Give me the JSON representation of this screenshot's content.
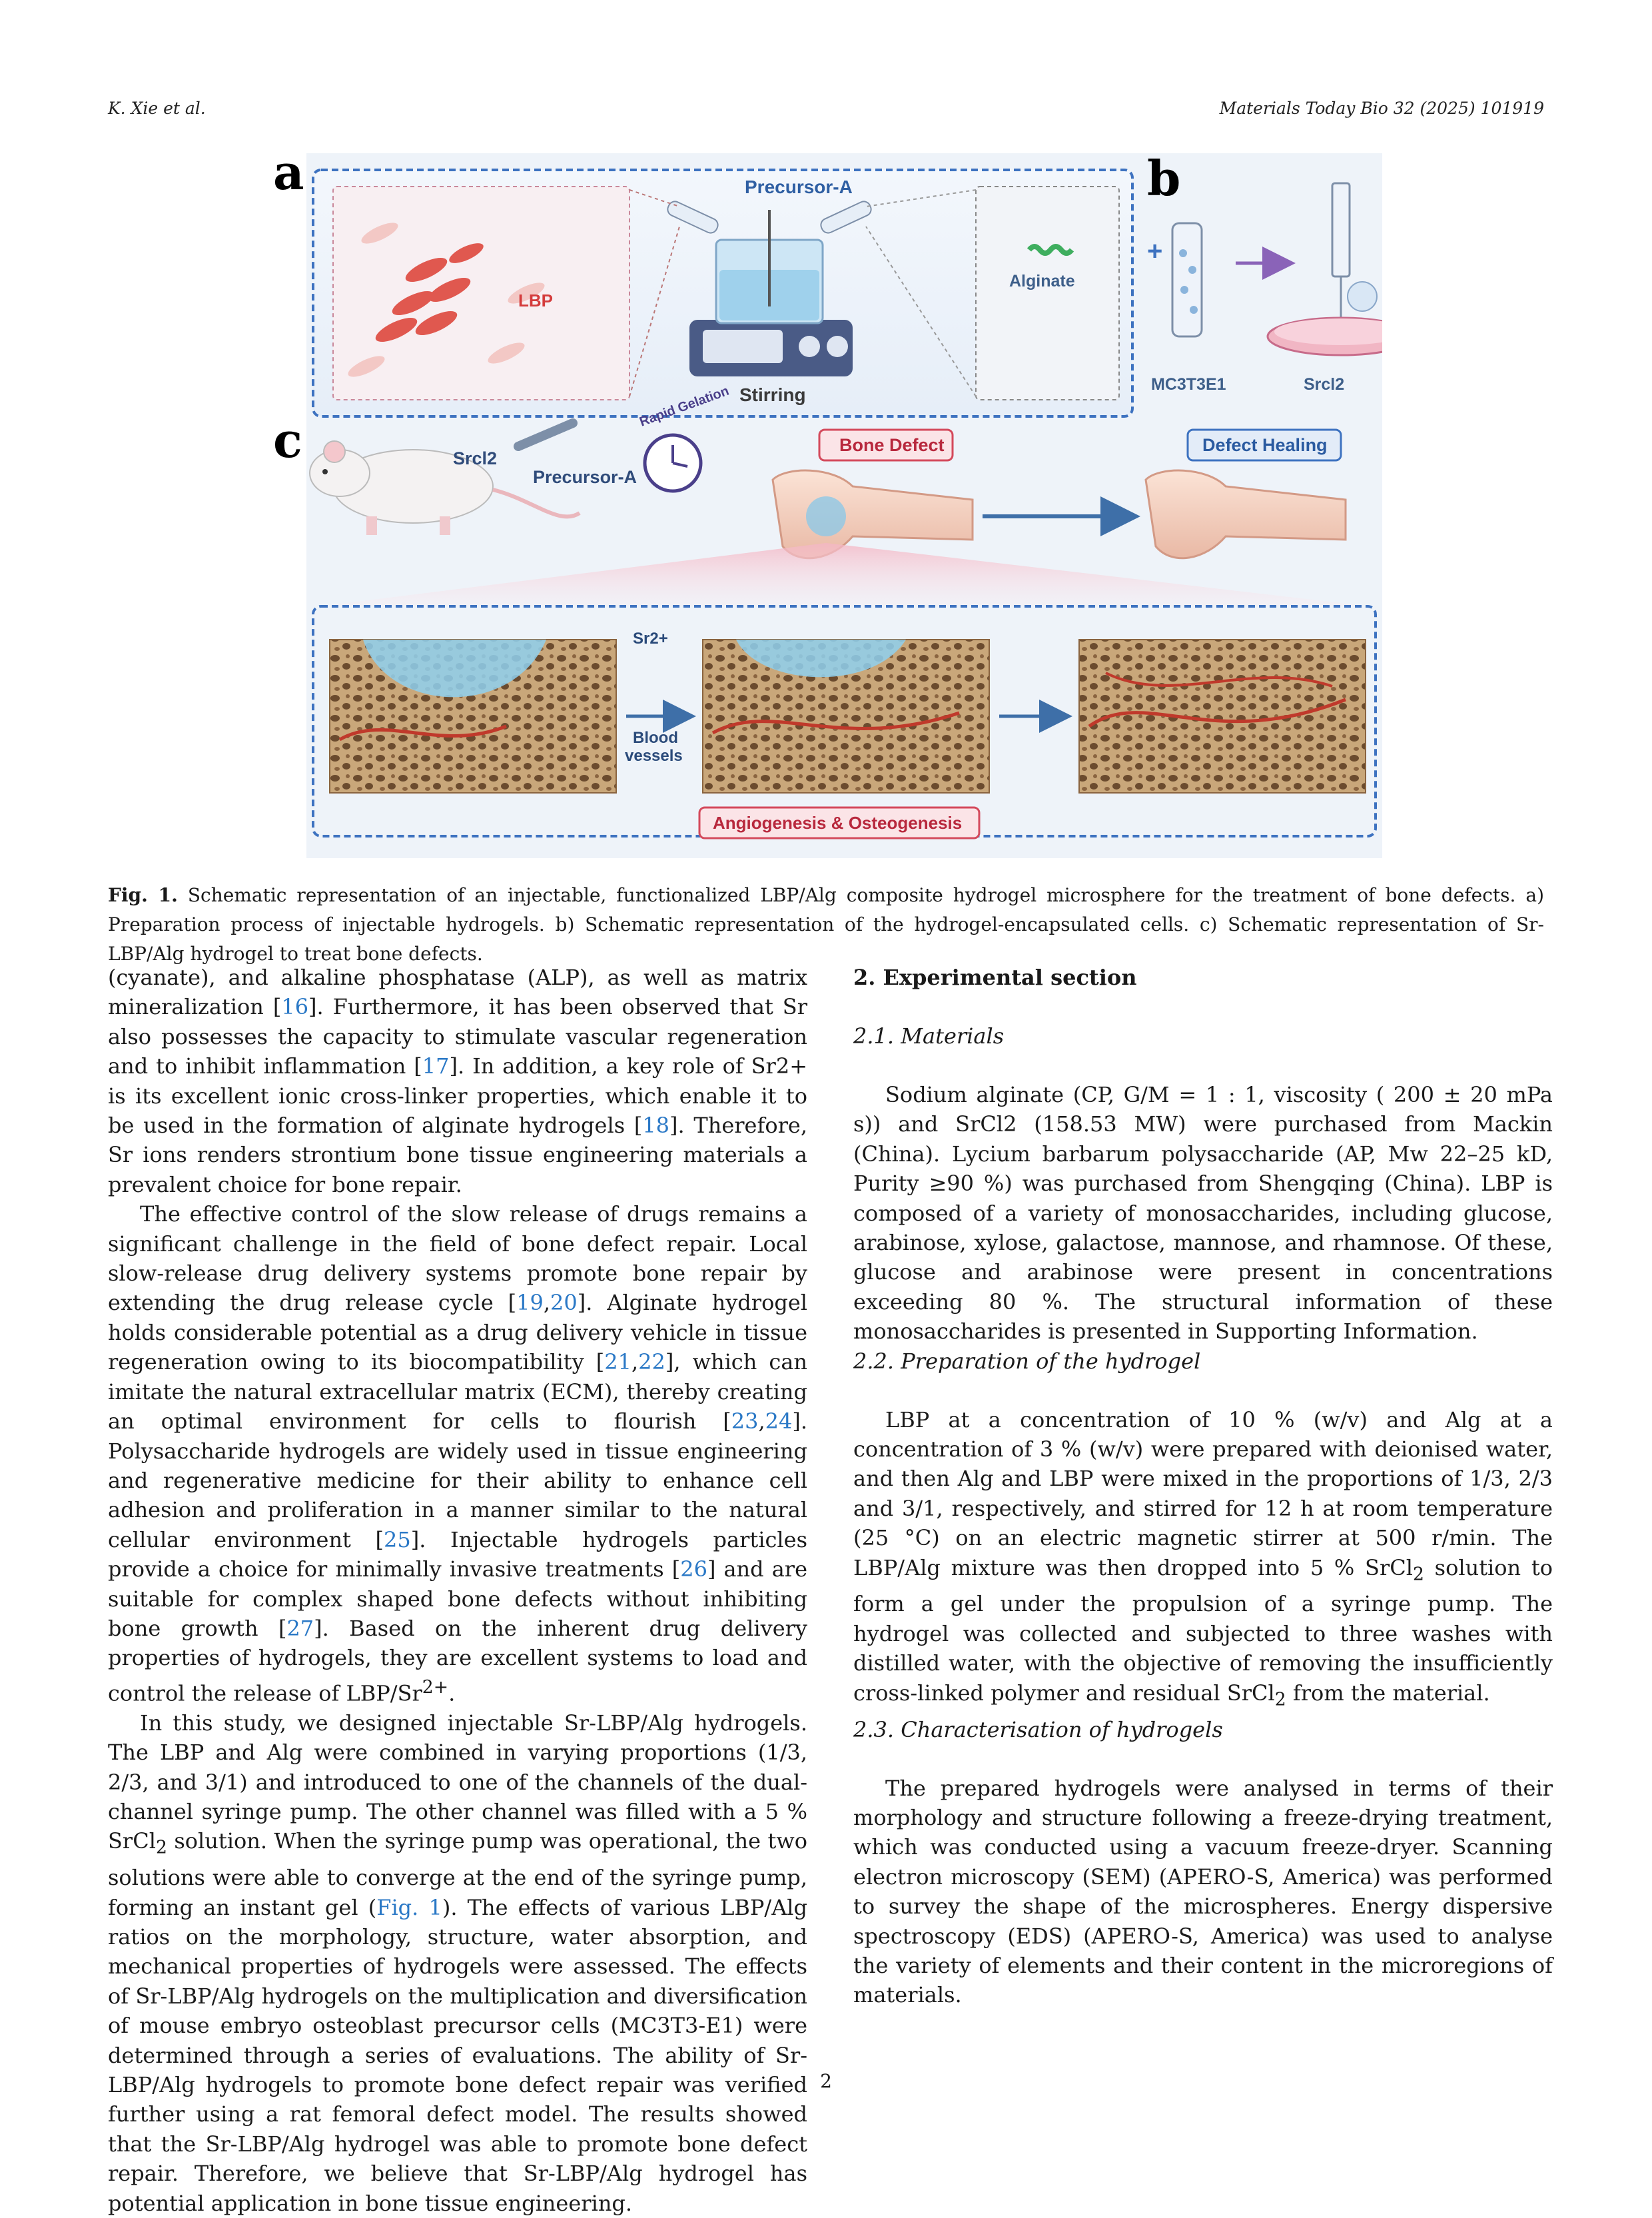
{
  "header": {
    "left": "K. Xie et al.",
    "right": "Materials Today Bio 32 (2025) 101919"
  },
  "figure": {
    "panel_a": "a",
    "panel_b": "b",
    "panel_c": "c",
    "precursor_a": "Precursor-A",
    "lbp": "LBP",
    "alginate": "Alginate",
    "stirring": "Stirring",
    "mc3t3": "MC3T3E1",
    "srcl2_b": "Srcl2",
    "srcl2_c": "Srcl2",
    "precursor_a_c": "Precursor-A",
    "rapid_gelation": "Rapid Gelation",
    "bone_defect": "Bone Defect",
    "defect_healing": "Defect Healing",
    "sr2": "Sr2+",
    "blood_vessels_1": "Blood",
    "blood_vessels_2": "vessels",
    "angio": "Angiogenesis & Osteogenesis"
  },
  "caption": {
    "label": "Fig. 1.",
    "text": "Schematic representation of an injectable, functionalized LBP/Alg composite hydrogel microsphere for the treatment of bone defects. a) Preparation process of injectable hydrogels. b) Schematic representation of the hydrogel-encapsulated cells. c) Schematic representation of Sr-LBP/Alg hydrogel to treat bone defects."
  },
  "left_column": {
    "p1_a": "(cyanate), and alkaline phosphatase (ALP), as well as matrix mineralization [",
    "p1_r1": "16",
    "p1_b": "]. Furthermore, it has been observed that Sr also possesses the capacity to stimulate vascular regeneration and to inhibit inflammation [",
    "p1_r2": "17",
    "p1_c": "]. In addition, a key role of Sr2+ is its excellent ionic cross-linker properties, which enable it to be used in the formation of alginate hydrogels [",
    "p1_r3": "18",
    "p1_d": "]. Therefore, Sr ions renders strontium bone tissue engineering materials a prevalent choice for bone repair.",
    "p2_a": "The effective control of the slow release of drugs remains a significant challenge in the field of bone defect repair. Local slow-release drug delivery systems promote bone repair by extending the drug release cycle [",
    "p2_r1": "19",
    "p2_r2": "20",
    "p2_b": "]. Alginate hydrogel holds considerable potential as a drug delivery vehicle in tissue regeneration owing to its biocompatibility [",
    "p2_r3": "21",
    "p2_r4": "22",
    "p2_c": "], which can imitate the natural extracellular matrix (ECM), thereby creating an optimal environment for cells to flourish [",
    "p2_r5": "23",
    "p2_r6": "24",
    "p2_d": "]. Polysaccharide hydrogels are widely used in tissue engineering and regenerative medicine for their ability to enhance cell adhesion and proliferation in a manner similar to the natural cellular environment [",
    "p2_r7": "25",
    "p2_e": "]. Injectable hydrogels particles provide a choice for minimally invasive treatments [",
    "p2_r8": "26",
    "p2_f": "] and are suitable for complex shaped bone defects without inhibiting bone growth [",
    "p2_r9": "27",
    "p2_g": "]. Based on the inherent drug delivery properties of hydrogels, they are excellent systems to load and control the release of LBP/Sr",
    "p2_sup": "2+",
    "p2_h": ".",
    "p3_a": "In this study, we designed injectable Sr-LBP/Alg hydrogels. The LBP and Alg were combined in varying proportions (1/3, 2/3, and 3/1) and introduced to one of the channels of the dual-channel syringe pump. The other channel was filled with a 5 % SrCl",
    "p3_sub": "2",
    "p3_b": " solution. When the syringe pump was operational, the two solutions were able to converge at the end of the syringe pump, forming an instant gel (",
    "p3_ref": "Fig. 1",
    "p3_c": "). The effects of various LBP/Alg ratios on the morphology, structure, water absorption, and mechanical properties of hydrogels were assessed. The effects of Sr-LBP/Alg hydrogels on the multiplication and diversification of mouse embryo osteoblast precursor cells (MC3T3-E1) were determined through a series of evaluations. The ability of Sr-LBP/Alg hydrogels to promote bone defect repair was verified further using a rat femoral defect model. The results showed that the Sr-LBP/Alg hydrogel was able to promote bone defect repair. Therefore, we believe that Sr-LBP/Alg hydrogel has potential application in bone tissue engineering."
  },
  "right_column": {
    "sec2": "2. Experimental section",
    "sub21": "2.1. Materials",
    "p21": "Sodium alginate (CP, G/M = 1 : 1, viscosity ( 200 ± 20 mPa s)) and SrCl2 (158.53 MW) were purchased from Mackin (China). Lycium barbarum polysaccharide (AP, Mw 22–25 kD, Purity ≥90 %) was purchased from Shengqing (China). LBP is composed of a variety of monosaccharides, including glucose, arabinose, xylose, galactose, mannose, and rhamnose. Of these, glucose and arabinose were present in concentrations exceeding 80 %. The structural information of these monosaccharides is presented in Supporting Information.",
    "sub22": "2.2. Preparation of the hydrogel",
    "p22_a": "LBP at a concentration of 10 % (w/v) and Alg at a concentration of 3 % (w/v) were prepared with deionised water, and then Alg and LBP were mixed in the proportions of 1/3, 2/3 and 3/1, respectively, and stirred for 12 h at room temperature (25 °C) on an electric magnetic stirrer at 500 r/min. The LBP/Alg mixture was then dropped into 5 % SrCl",
    "p22_sub1": "2",
    "p22_b": " solution to form a gel under the propulsion of a syringe pump. The hydrogel was collected and subjected to three washes with distilled water, with the objective of removing the insufficiently cross-linked polymer and residual SrCl",
    "p22_sub2": "2",
    "p22_c": " from the material.",
    "sub23": "2.3. Characterisation of hydrogels",
    "p23": "The prepared hydrogels were analysed in terms of their morphology and structure following a freeze-drying treatment, which was conducted using a vacuum freeze-dryer. Scanning electron microscopy (SEM) (APERO-S, America) was performed to survey the shape of the microspheres. Energy dispersive spectroscopy (EDS) (APERO-S, America) was used to analyse the variety of elements and their content in the microregions of materials."
  },
  "page_number": "2"
}
